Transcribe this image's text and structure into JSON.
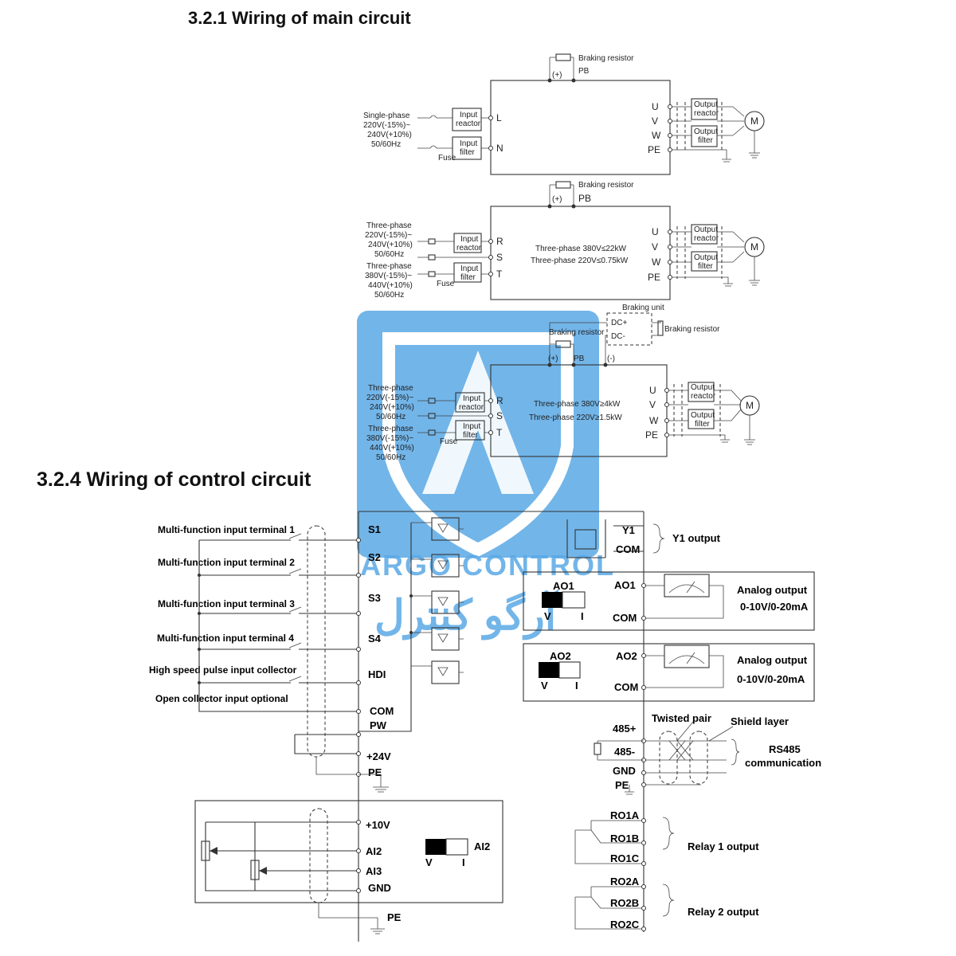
{
  "headings": {
    "main": "3.2.1 Wiring of main circuit",
    "control": "3.2.4 Wiring of control circuit"
  },
  "main_circuit": {
    "braking_resistor": "Braking resistor",
    "plus": "(+)",
    "pb": "PB",
    "minus": "(-)",
    "braking_unit": "Braking unit",
    "dc_plus": "DC+",
    "dc_minus": "DC-",
    "input_reactor": [
      "Input",
      "reactor"
    ],
    "input_filter": [
      "Input",
      "filter"
    ],
    "output_reactor": [
      "Output",
      "reactor"
    ],
    "output_filter": [
      "Output",
      "filter"
    ],
    "fuse": "Fuse",
    "motor": "M",
    "terminals_out": [
      "U",
      "V",
      "W",
      "PE"
    ],
    "single_phase": {
      "supply": [
        "Single-phase",
        "220V(-15%)~",
        "240V(+10%)",
        "50/60Hz"
      ],
      "terminals": [
        "L",
        "N"
      ]
    },
    "three_phase_small": {
      "supply_220": [
        "Three-phase",
        "220V(-15%)~",
        "240V(+10%)",
        "50/60Hz"
      ],
      "supply_380": [
        "Three-phase",
        "380V(-15%)~",
        "440V(+10%)",
        "50/60Hz"
      ],
      "terminals": [
        "R",
        "S",
        "T"
      ],
      "ratings": [
        "Three-phase 380V≤22kW",
        "Three-phase 220V≤0.75kW"
      ]
    },
    "three_phase_large": {
      "ratings": [
        "Three-phase 380V≥4kW",
        "Three-phase 220V≥1.5kW"
      ]
    }
  },
  "control_circuit": {
    "inputs": [
      {
        "label": "Multi-function input terminal 1",
        "terminal": "S1"
      },
      {
        "label": "Multi-function input terminal 2",
        "terminal": "S2"
      },
      {
        "label": "Multi-function input terminal 3",
        "terminal": "S3"
      },
      {
        "label": "Multi-function input terminal 4",
        "terminal": "S4"
      },
      {
        "label": "High speed pulse input collector",
        "terminal": "HDI"
      }
    ],
    "open_collector": "Open collector input optional",
    "com": "COM",
    "pw": "PW",
    "p24": "+24V",
    "pe": "PE",
    "y1": "Y1",
    "y1_output": "Y1 output",
    "ao1": "AO1",
    "ao2": "AO2",
    "analog_output": "Analog output",
    "analog_range": "0-10V/0-20mA",
    "switch_v": "V",
    "switch_i": "I",
    "twisted_pair": "Twisted pair",
    "shield_layer": "Shield layer",
    "rs485_terms": [
      "485+",
      "485-",
      "GND",
      "PE"
    ],
    "rs485_label": [
      "RS485",
      "communication"
    ],
    "analog_in": [
      "+10V",
      "AI2",
      "AI3",
      "GND"
    ],
    "ai2_switch": "AI2",
    "relay1_terms": [
      "RO1A",
      "RO1B",
      "RO1C"
    ],
    "relay1_label": "Relay 1 output",
    "relay2_terms": [
      "RO2A",
      "RO2B",
      "RO2C"
    ],
    "relay2_label": "Relay 2 output"
  },
  "watermark": {
    "latin": "ARGO CONTROL",
    "persian": "آرگو کنترل",
    "color": "#5aa9e6"
  }
}
